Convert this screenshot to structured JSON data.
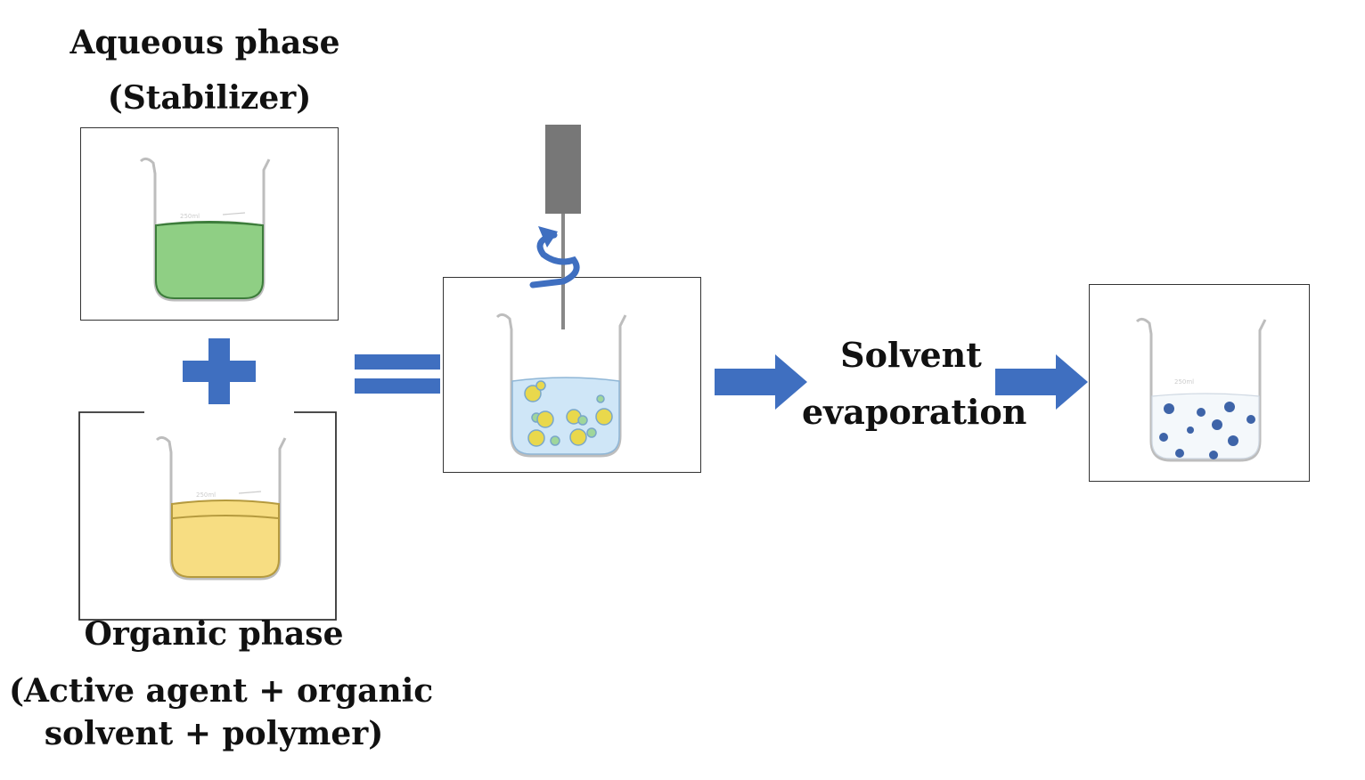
{
  "labels": {
    "aqueous_title": "Aqueous phase",
    "aqueous_sub": "(Stabilizer)",
    "organic_title": "Organic phase",
    "organic_sub1": "(Active agent + organic",
    "organic_sub2": "solvent + polymer)",
    "evap_line1": "Solvent",
    "evap_line2": "evaporation"
  },
  "colors": {
    "arrow_blue": "#3f6fc0",
    "aqueous_liquid": "#8fcf84",
    "organic_liquid": "#f7dd82",
    "emulsion_liquid": "#cfe6f7",
    "droplet_yellow": "#e9d84c",
    "droplet_green": "#9fd69b",
    "nanoparticle": "#3e64a8",
    "stirrer_gray": "#777777"
  },
  "icons": [
    "plus-icon",
    "equals-icon",
    "right-arrow-icon",
    "stir-rotation-icon",
    "beaker-icon"
  ]
}
